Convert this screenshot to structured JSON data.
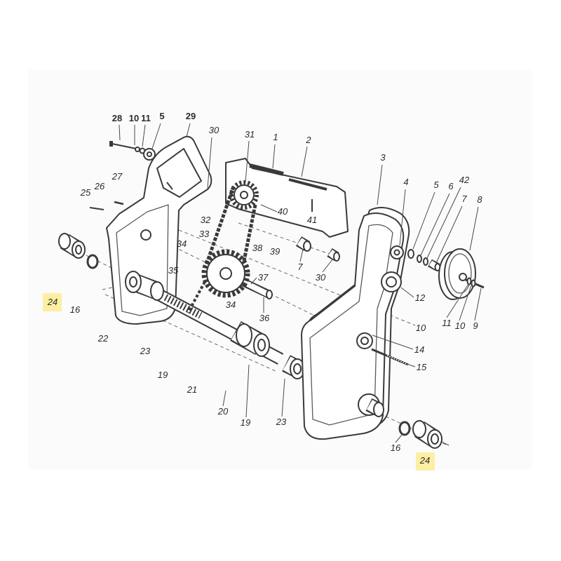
{
  "diagram": {
    "callouts": [
      "28",
      "10",
      "11",
      "5",
      "29",
      "30",
      "31",
      "1",
      "2",
      "3",
      "27",
      "26",
      "25",
      "4",
      "5",
      "6",
      "42",
      "7",
      "8",
      "40",
      "41",
      "32",
      "33",
      "34",
      "38",
      "39",
      "7",
      "35",
      "30",
      "37",
      "12",
      "24",
      "16",
      "34",
      "36",
      "11",
      "10",
      "9",
      "10",
      "14",
      "22",
      "23",
      "15",
      "19",
      "21",
      "20",
      "19",
      "23",
      "16",
      "24"
    ],
    "highlight_color": "#fcefa3",
    "line_color": "#3a3a3a"
  }
}
